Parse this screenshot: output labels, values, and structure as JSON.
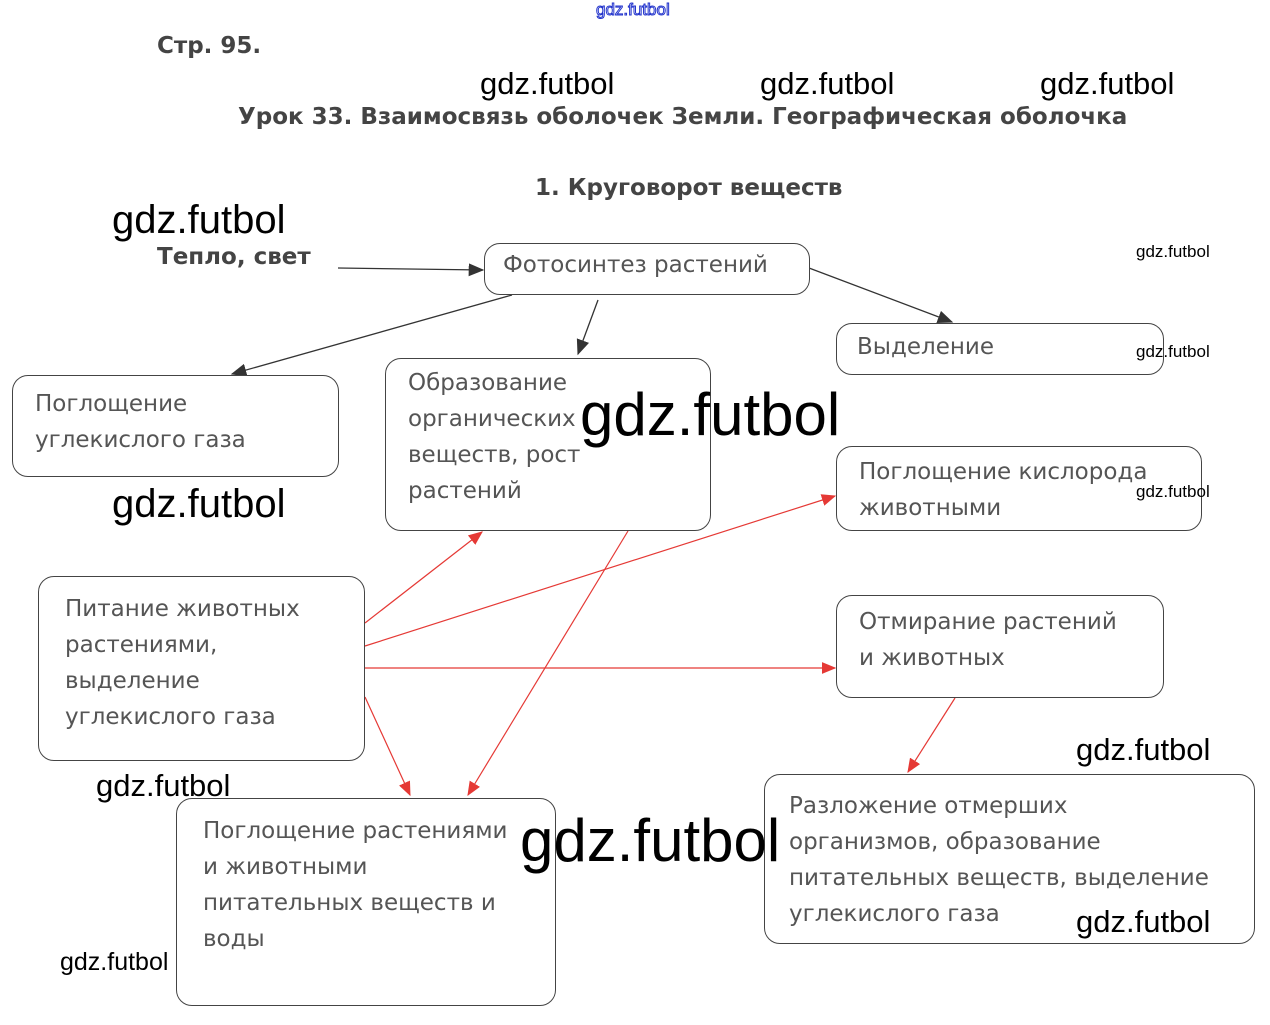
{
  "header": {
    "page": "Стр. 95.",
    "lesson": "Урок 33. Взаимосвязь оболочек Земли. Географическая оболочка",
    "section": "1. Круговорот веществ",
    "input_label": "Тепло, свет"
  },
  "boxes": {
    "photosynthesis": "Фотосинтез растений",
    "release": "Выделение",
    "co2_absorption": [
      "Поглощение",
      "углекислого газа"
    ],
    "organic_formation": [
      "Образование",
      "органических",
      "веществ, рост",
      "растений"
    ],
    "oxygen_absorption": [
      "Поглощение кислорода",
      "животными"
    ],
    "animal_feeding": [
      "Питание животных",
      "растениями,",
      "выделение",
      "углекислого газа"
    ],
    "death": [
      "Отмирание растений",
      "и животных"
    ],
    "nutrient_absorption": [
      "Поглощение растениями",
      "и животными",
      "питательных веществ и",
      "воды"
    ],
    "decomposition": [
      "Разложение отмерших",
      "организмов, образование",
      "питательных веществ, выделение",
      "углекислого газа"
    ]
  },
  "watermark": "gdz.futbol",
  "colors": {
    "black_arrow": "#333333",
    "red_arrow": "#e53935",
    "watermark_blue": "#2233cc"
  }
}
